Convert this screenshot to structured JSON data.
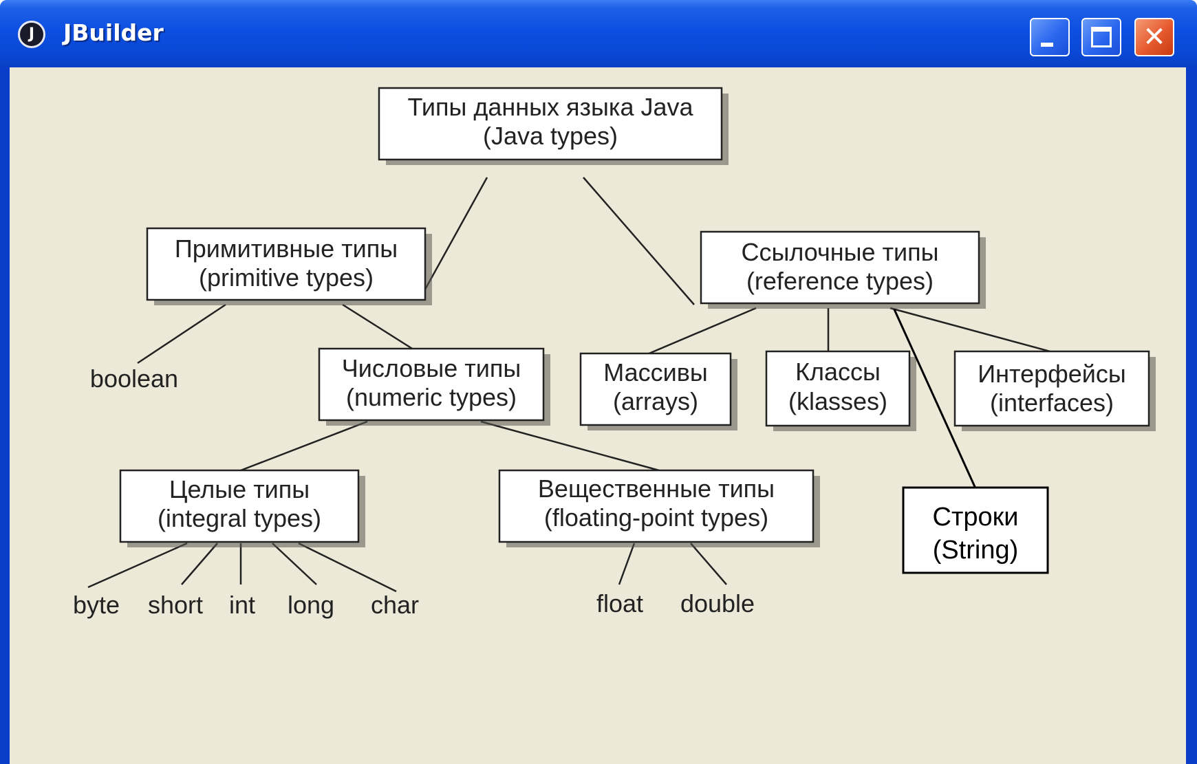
{
  "window": {
    "title": "JBuilder",
    "icon": "jbuilder-app-icon",
    "buttons": [
      "minimize",
      "maximize",
      "close"
    ],
    "close_glyph": "✕"
  },
  "diagram": {
    "nodes": {
      "java_types": [
        "Типы данных языка Java",
        "(Java types)"
      ],
      "primitive": [
        "Примитивные типы",
        "(primitive types)"
      ],
      "reference": [
        "Ссылочные  типы",
        "(reference types)"
      ],
      "numeric": [
        "Числовые типы",
        "(numeric types)"
      ],
      "arrays": [
        "Массивы",
        "(arrays)"
      ],
      "classes": [
        "Классы",
        "(klasses)"
      ],
      "interfaces": [
        "Интерфейсы",
        "(interfaces)"
      ],
      "integral": [
        "Целые типы",
        "(integral types)"
      ],
      "floating": [
        "Вещественные типы",
        "(floating-point types)"
      ],
      "string": [
        "Строки",
        "(String)"
      ]
    },
    "leaves": {
      "boolean": "boolean",
      "byte": "byte",
      "short": "short",
      "int": "int",
      "long": "long",
      "char": "char",
      "float": "float",
      "double": "double"
    }
  }
}
